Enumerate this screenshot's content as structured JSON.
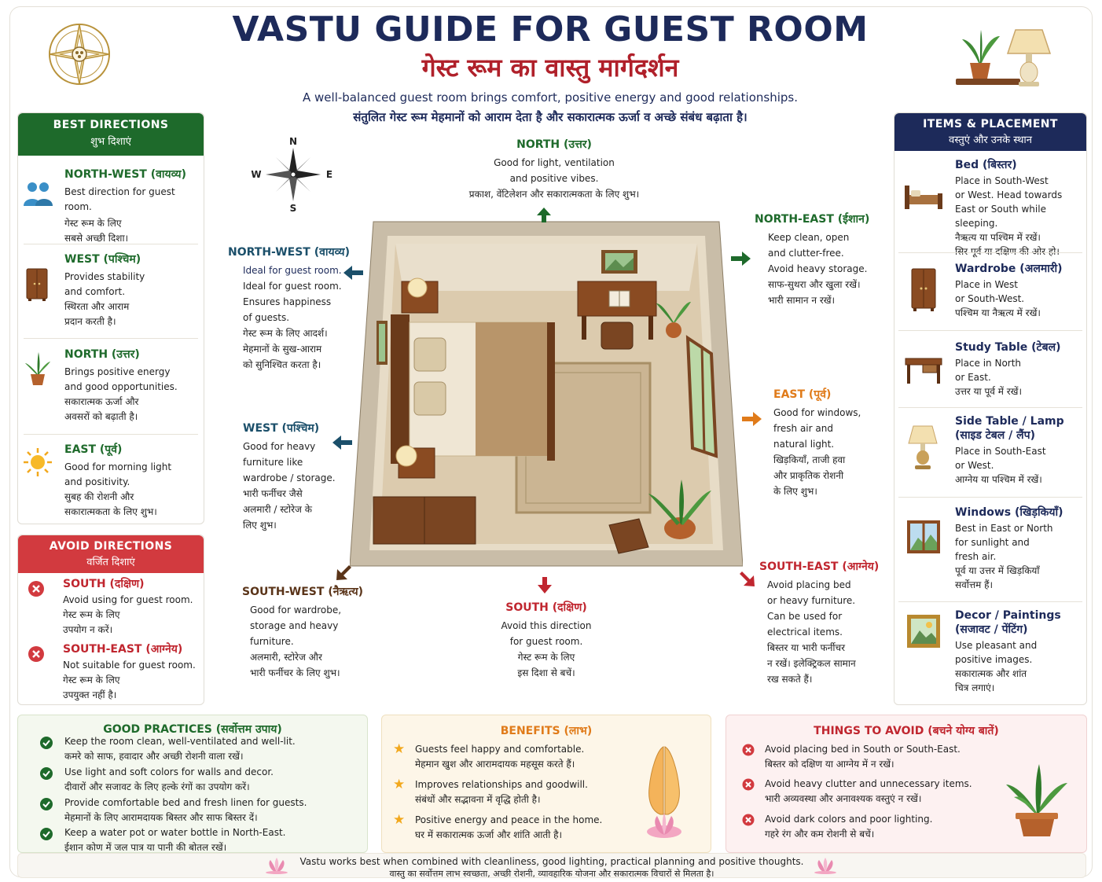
{
  "header": {
    "title_en": "VASTU GUIDE FOR GUEST ROOM",
    "title_hi": "गेस्ट रूम का वास्तु मार्गदर्शन",
    "subtitle_en": "A well-balanced guest room brings comfort, positive energy and good relationships.",
    "subtitle_hi": "संतुलित गेस्ट रूम मेहमानों को आराम देता है और सकारात्मक ऊर्जा व अच्छे संबंध बढ़ाता है।"
  },
  "compass": {
    "n": "N",
    "s": "S",
    "e": "E",
    "w": "W"
  },
  "best": {
    "title_en": "BEST DIRECTIONS",
    "title_hi": "शुभ दिशाएं",
    "items": [
      {
        "head": "NORTH-WEST (वायव्य)",
        "l1": "Best direction for guest room.",
        "l2": "गेस्ट रूम के लिए",
        "l3": "सबसे अच्छी दिशा।",
        "icon": "people-icon"
      },
      {
        "head": "WEST (पश्चिम)",
        "l1": "Provides stability",
        "l2": "and comfort.",
        "l3": "स्थिरता और आराम",
        "l4": "प्रदान करती है।",
        "icon": "wardrobe-icon"
      },
      {
        "head": "NORTH (उत्तर)",
        "l1": "Brings positive energy",
        "l2": "and good opportunities.",
        "l3": "सकारात्मक ऊर्जा और",
        "l4": "अवसरों को बढ़ाती है।",
        "icon": "plant-icon"
      },
      {
        "head": "EAST (पूर्व)",
        "l1": "Good for morning light",
        "l2": "and positivity.",
        "l3": "सुबह की रोशनी और",
        "l4": "सकारात्मकता के लिए शुभ।",
        "icon": "sun-icon"
      }
    ]
  },
  "avoid": {
    "title_en": "AVOID DIRECTIONS",
    "title_hi": "वर्जित दिशाएं",
    "items": [
      {
        "head": "SOUTH (दक्षिण)",
        "l1": "Avoid using for guest room.",
        "l2": "गेस्ट रूम के लिए",
        "l3": "उपयोग न करें।"
      },
      {
        "head": "SOUTH-EAST (आग्नेय)",
        "l1": "Not suitable for guest room.",
        "l2": "गेस्ट रूम के लिए",
        "l3": "उपयुक्त नहीं है।"
      }
    ]
  },
  "dirs": {
    "north": {
      "head": "NORTH (उत्तर)",
      "l1": "Good for light, ventilation",
      "l2": "and positive vibes.",
      "l3": "प्रकाश, वेंटिलेशन और सकारात्मकता के लिए शुभ।"
    },
    "northeast": {
      "head": "NORTH-EAST (ईशान)",
      "l1": "Keep clean, open",
      "l2": "and clutter-free.",
      "l3": "Avoid heavy storage.",
      "l4": "साफ-सुथरा और खुला रखें।",
      "l5": "भारी सामान न रखें।"
    },
    "northwest": {
      "head": "NORTH-WEST (वायव्य)",
      "l0": "Ideal for guest room.",
      "l1": "Ideal for guest room.",
      "l2": "Ensures happiness",
      "l3": "of guests.",
      "l4": "गेस्ट रूम के लिए आदर्श।",
      "l5": "मेहमानों के सुख-आराम",
      "l6": "को सुनिश्चित करता है।"
    },
    "west": {
      "head": "WEST (पश्चिम)",
      "l1": "Good for heavy",
      "l2": "furniture like",
      "l3": "wardrobe / storage.",
      "l4": "भारी फर्नीचर जैसे",
      "l5": "अलमारी / स्टोरेज के",
      "l6": "लिए शुभ।"
    },
    "east": {
      "head": "EAST (पूर्व)",
      "l1": "Good for windows,",
      "l2": "fresh air and",
      "l3": "natural light.",
      "l4": "खिड़कियाँ, ताजी हवा",
      "l5": "और प्राकृतिक रोशनी",
      "l6": "के लिए शुभ।"
    },
    "southwest": {
      "head": "SOUTH-WEST (नैऋत्य)",
      "l1": "Good for wardrobe,",
      "l2": "storage and heavy",
      "l3": "furniture.",
      "l4": "अलमारी, स्टोरेज और",
      "l5": "भारी फर्नीचर के लिए शुभ।"
    },
    "south": {
      "head": "SOUTH (दक्षिण)",
      "l1": "Avoid this direction",
      "l2": "for guest room.",
      "l3": "गेस्ट रूम के लिए",
      "l4": "इस दिशा से बचें।"
    },
    "southeast": {
      "head": "SOUTH-EAST (आग्नेय)",
      "l1": "Avoid placing bed",
      "l2": "or heavy furniture.",
      "l3": "Can be used for",
      "l4": "electrical items.",
      "l5": "बिस्तर या भारी फर्नीचर",
      "l6": "न रखें। इलेक्ट्रिकल सामान",
      "l7": "रख सकते हैं।"
    }
  },
  "items": {
    "title_en": "ITEMS & PLACEMENT",
    "title_hi": "वस्तुएं और उनके स्थान",
    "list": [
      {
        "head": "Bed (बिस्तर)",
        "lines": [
          "Place in South-West",
          "or West. Head towards",
          "East or South while sleeping.",
          "नैऋत्य या पश्चिम में रखें।",
          "सिर पूर्व या दक्षिण की ओर हो।"
        ],
        "icon": "bed-icon"
      },
      {
        "head": "Wardrobe (अलमारी)",
        "lines": [
          "Place in West",
          "or South-West.",
          "पश्चिम या नैऋत्य में रखें।"
        ],
        "icon": "wardrobe-icon"
      },
      {
        "head": "Study Table (टेबल)",
        "lines": [
          "Place in North",
          "or East.",
          "उत्तर या पूर्व में रखें।"
        ],
        "icon": "table-icon"
      },
      {
        "head": "Side Table / Lamp",
        "head2": "(साइड टेबल / लैंप)",
        "lines": [
          "Place in South-East",
          "or West.",
          "आग्नेय या पश्चिम में रखें।"
        ],
        "icon": "lamp-icon"
      },
      {
        "head": "Windows (खिड़कियाँ)",
        "lines": [
          "Best in East or North",
          "for sunlight and",
          "fresh air.",
          "पूर्व या उत्तर में खिड़कियाँ",
          "सर्वोत्तम हैं।"
        ],
        "icon": "window-icon"
      },
      {
        "head": "Decor / Paintings",
        "head2": "(सजावट / पेंटिंग)",
        "lines": [
          "Use pleasant and",
          "positive images.",
          "सकारात्मक और शांत",
          "चित्र लगाएं।"
        ],
        "icon": "painting-icon"
      }
    ]
  },
  "good": {
    "title": "GOOD PRACTICES (सर्वोत्तम उपाय)",
    "list": [
      {
        "en": "Keep the room clean, well-ventilated and well-lit.",
        "hi": "कमरे को साफ, हवादार और अच्छी रोशनी वाला रखें।"
      },
      {
        "en": "Use light and soft colors for walls and decor.",
        "hi": "दीवारों और सजावट के लिए हल्के रंगों का उपयोग करें।"
      },
      {
        "en": "Provide comfortable bed and fresh linen for guests.",
        "hi": "मेहमानों के लिए आरामदायक बिस्तर और साफ बिस्तर दें।"
      },
      {
        "en": "Keep a water pot or water bottle in North-East.",
        "hi": "ईशान कोण में जल पात्र या पानी की बोतल रखें।"
      }
    ]
  },
  "benefits": {
    "title": "BENEFITS (लाभ)",
    "list": [
      {
        "en": "Guests feel happy and comfortable.",
        "hi": "मेहमान खुश और आरामदायक महसूस करते हैं।"
      },
      {
        "en": "Improves relationships and goodwill.",
        "hi": "संबंधों और सद्भावना में वृद्धि होती है।"
      },
      {
        "en": "Positive energy and peace in the home.",
        "hi": "घर में सकारात्मक ऊर्जा और शांति आती है।"
      }
    ]
  },
  "things": {
    "title": "THINGS TO AVOID (बचने योग्य बातें)",
    "list": [
      {
        "en": "Avoid placing bed in South or South-East.",
        "hi": "बिस्तर को दक्षिण या आग्नेय में न रखें।"
      },
      {
        "en": "Avoid heavy clutter and unnecessary items.",
        "hi": "भारी अव्यवस्था और अनावश्यक वस्तुएं न रखें।"
      },
      {
        "en": "Avoid dark colors and poor lighting.",
        "hi": "गहरे रंग और कम रोशनी से बचें।"
      }
    ]
  },
  "footer": {
    "en": "Vastu works best when combined with cleanliness, good lighting, practical planning and positive thoughts.",
    "hi": "वास्तु का सर्वोत्तम लाभ स्वच्छता, अच्छी रोशनी, व्यावहारिक योजना और सकारात्मक विचारों से मिलता है।"
  },
  "colors": {
    "navy": "#1d2a5a",
    "green": "#1e6a2b",
    "red": "#d23a3f",
    "orange": "#e07b1a"
  }
}
